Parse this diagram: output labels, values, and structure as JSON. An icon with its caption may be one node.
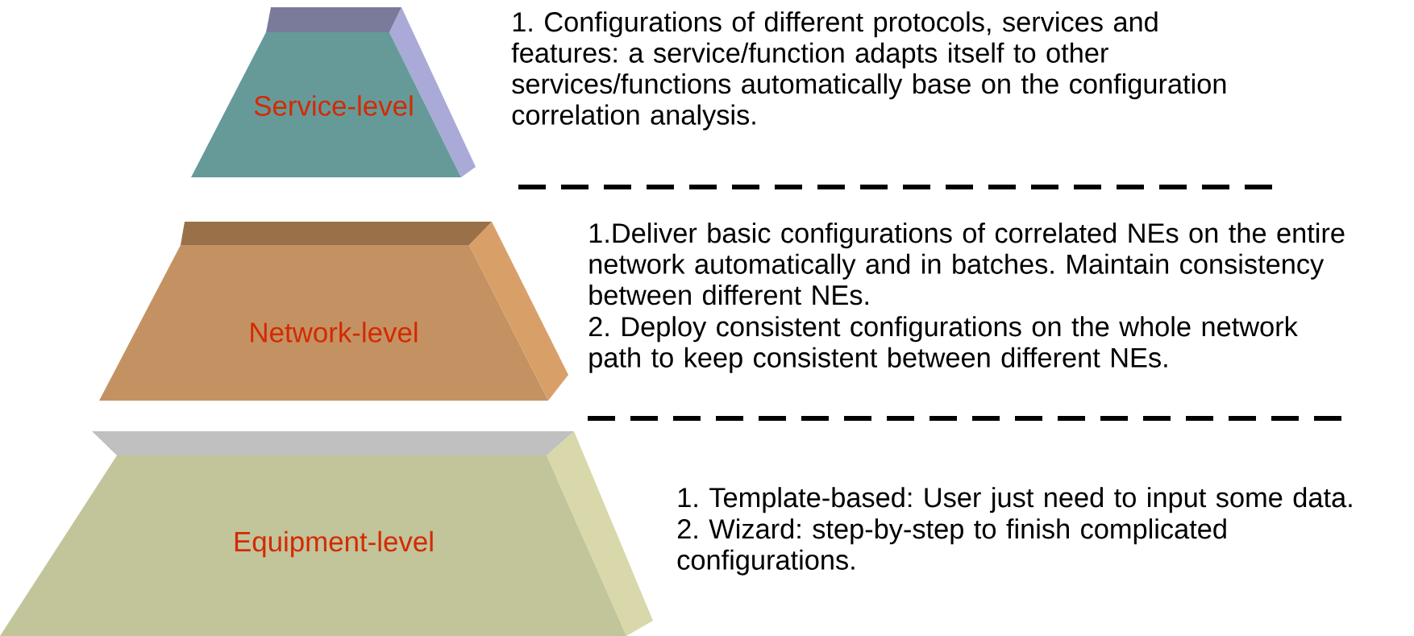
{
  "diagram": {
    "nodes": [
      {
        "text": [
          "Service-level"
        ],
        "beside": [
          "1. Configurations of different protocols, services and features: a service/function adapts itself to other services/functions automatically base on the configuration correlation analysis."
        ]
      },
      {
        "text": [
          "Network-level"
        ],
        "beside": [
          "1.Deliver basic configurations of correlated NEs on the entire network automatically and in batches. Maintain consistency between different NEs.",
          "2. Deploy consistent configurations on the whole network path to keep consistent between different NEs."
        ]
      },
      {
        "text": [
          "Equipment-level"
        ],
        "beside": [
          "1. Template-based: User just need to input some data.",
          "2. Wizard: step-by-step to finish complicated configurations."
        ]
      }
    ]
  }
}
